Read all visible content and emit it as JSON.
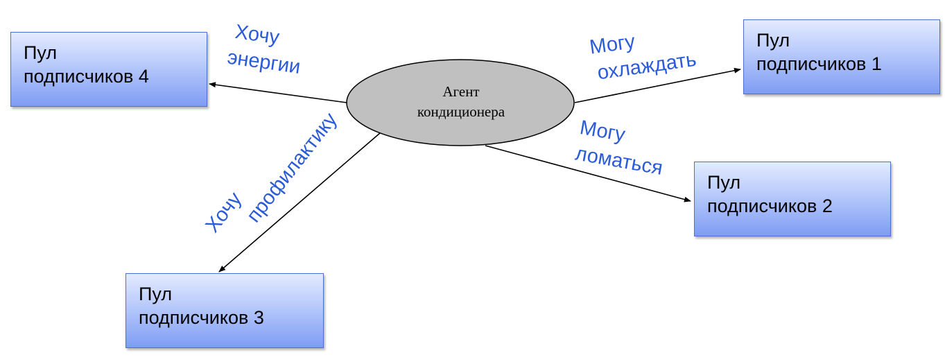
{
  "diagram": {
    "center_node": {
      "line1": "Агент",
      "line2": "кондиционера",
      "fill": "#c0c0c0"
    },
    "subscriber_pools": [
      {
        "id": "pool-1",
        "line1": "Пул",
        "line2": "подписчиков 1"
      },
      {
        "id": "pool-2",
        "line1": "Пул",
        "line2": "подписчиков 2"
      },
      {
        "id": "pool-3",
        "line1": "Пул",
        "line2": "подписчиков 3"
      },
      {
        "id": "pool-4",
        "line1": "Пул",
        "line2": "подписчиков 4"
      }
    ],
    "edges": [
      {
        "to": "pool-4",
        "line1": "Хочу",
        "line2": "энергии"
      },
      {
        "to": "pool-1",
        "line1": "Могу",
        "line2": "охлаждать"
      },
      {
        "to": "pool-2",
        "line1": "Могу",
        "line2": "ломаться"
      },
      {
        "to": "pool-3",
        "line1": "Хочу",
        "line2": "профилактику"
      }
    ],
    "colors": {
      "box_fill_top": "#e4ebff",
      "box_fill_bottom": "#7e9cf3",
      "box_border": "#4f6fd0",
      "edge_label_text": "#2b5bd6",
      "arrow": "#000000"
    }
  }
}
